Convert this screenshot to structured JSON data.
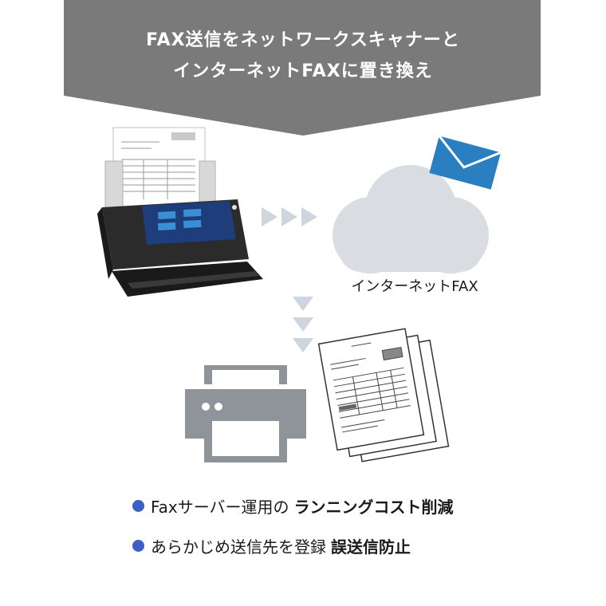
{
  "banner": {
    "line1": "FAX送信をネットワークスキャナーと",
    "line2": "インターネットFAXに置き換え",
    "color": "#7a7a7a"
  },
  "cloud": {
    "label": "インターネットFAX",
    "icon": "cloud-icon"
  },
  "icons": {
    "scanner": "scanner-icon",
    "mail": "envelope-icon",
    "printer": "printer-icon",
    "documents": "fax-documents-icon"
  },
  "bullets": [
    {
      "text": "Faxサーバー運用の",
      "bold": "ランニングコスト削減"
    },
    {
      "text": "あらかじめ送信先を登録",
      "bold": "誤送信防止"
    }
  ],
  "colors": {
    "accent": "#3b5fc4",
    "arrow": "#cfd5dc",
    "cloud": "#d9dce0",
    "envelope": "#2a7fc1",
    "printer": "#8e9499"
  }
}
